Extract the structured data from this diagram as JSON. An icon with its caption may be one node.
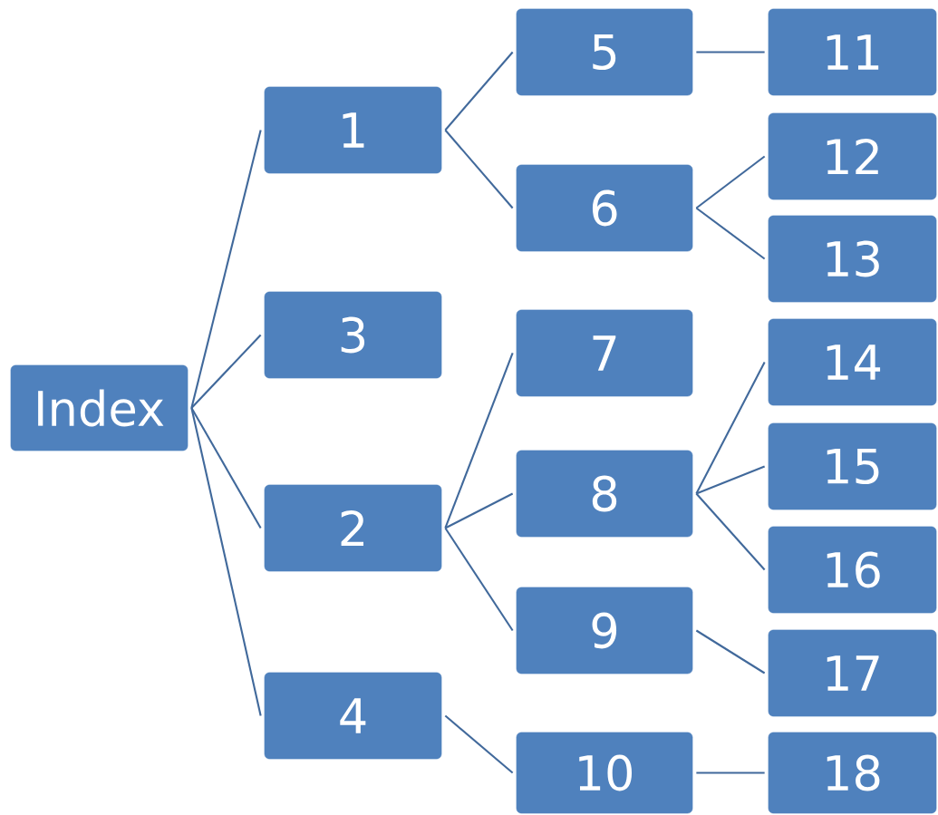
{
  "diagram": {
    "nodes": [
      {
        "text": [
          "Index"
        ]
      },
      {
        "text": [
          "1"
        ]
      },
      {
        "text": [
          "3"
        ]
      },
      {
        "text": [
          "2"
        ]
      },
      {
        "text": [
          "4"
        ]
      },
      {
        "text": [
          "5"
        ]
      },
      {
        "text": [
          "6"
        ]
      },
      {
        "text": [
          "7"
        ]
      },
      {
        "text": [
          "8"
        ]
      },
      {
        "text": [
          "9"
        ]
      },
      {
        "text": [
          "10"
        ]
      },
      {
        "text": [
          "11"
        ]
      },
      {
        "text": [
          "12"
        ]
      },
      {
        "text": [
          "13"
        ]
      },
      {
        "text": [
          "14"
        ]
      },
      {
        "text": [
          "15"
        ]
      },
      {
        "text": [
          "16"
        ]
      },
      {
        "text": [
          "17"
        ]
      },
      {
        "text": [
          "18"
        ]
      }
    ],
    "edges": [
      {
        "from": 0,
        "to": 1,
        "arrow": "none"
      },
      {
        "from": 0,
        "to": 2,
        "arrow": "none"
      },
      {
        "from": 0,
        "to": 3,
        "arrow": "none"
      },
      {
        "from": 0,
        "to": 4,
        "arrow": "none"
      },
      {
        "from": 1,
        "to": 5,
        "arrow": "none"
      },
      {
        "from": 1,
        "to": 6,
        "arrow": "none"
      },
      {
        "from": 3,
        "to": 7,
        "arrow": "none"
      },
      {
        "from": 3,
        "to": 8,
        "arrow": "none"
      },
      {
        "from": 3,
        "to": 9,
        "arrow": "none"
      },
      {
        "from": 4,
        "to": 10,
        "arrow": "none"
      },
      {
        "from": 5,
        "to": 11,
        "arrow": "none"
      },
      {
        "from": 6,
        "to": 12,
        "arrow": "none"
      },
      {
        "from": 6,
        "to": 13,
        "arrow": "none"
      },
      {
        "from": 8,
        "to": 14,
        "arrow": "none"
      },
      {
        "from": 8,
        "to": 15,
        "arrow": "none"
      },
      {
        "from": 8,
        "to": 16,
        "arrow": "none"
      },
      {
        "from": 9,
        "to": 17,
        "arrow": "none"
      },
      {
        "from": 10,
        "to": 18,
        "arrow": "none"
      }
    ]
  }
}
